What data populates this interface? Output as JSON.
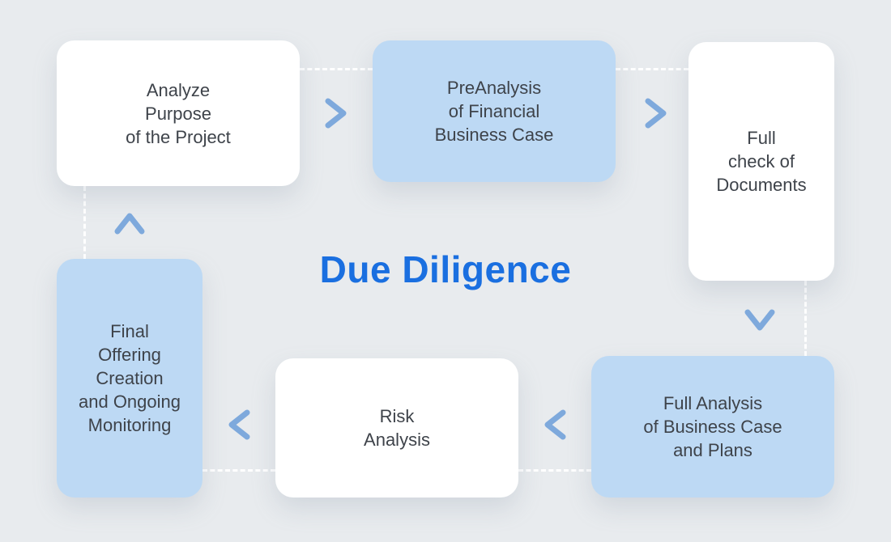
{
  "title": "Due Diligence",
  "steps": [
    {
      "label": "Analyze\nPurpose\nof the Project",
      "variant": "white"
    },
    {
      "label": "PreAnalysis\nof Financial\nBusiness Case",
      "variant": "blue"
    },
    {
      "label": "Full\ncheck of\nDocuments",
      "variant": "white"
    },
    {
      "label": "Full Analysis\nof Business Case\nand Plans",
      "variant": "blue"
    },
    {
      "label": "Risk\nAnalysis",
      "variant": "white"
    },
    {
      "label": "Final\nOffering\nCreation\nand Ongoing\nMonitoring",
      "variant": "blue"
    }
  ],
  "colors": {
    "background": "#e8ebee",
    "card_white": "#ffffff",
    "card_blue": "#bdd9f4",
    "chevron": "#7ea9dc",
    "title": "#1a6fe0",
    "text": "#3e434a",
    "connector": "#ffffff"
  }
}
